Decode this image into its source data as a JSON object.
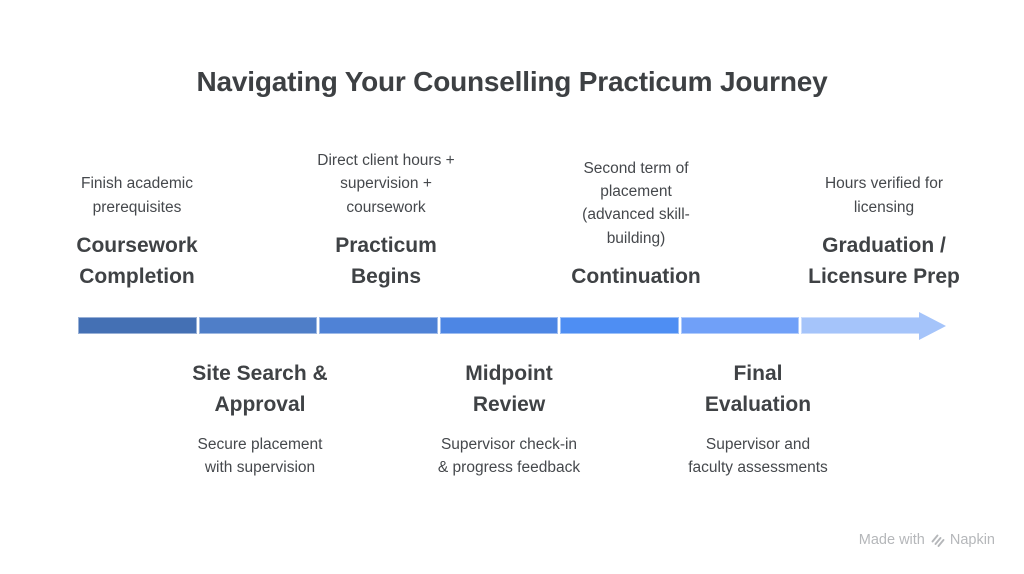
{
  "title": "Navigating Your Counselling Practicum Journey",
  "timeline": {
    "direction": "left-to-right",
    "segments": [
      {
        "color": "#4470b4"
      },
      {
        "color": "#4f7ec8"
      },
      {
        "color": "#4f82d6"
      },
      {
        "color": "#4d86e4"
      },
      {
        "color": "#4e8ef3"
      },
      {
        "color": "#70a0f8"
      },
      {
        "color": "#a5c4fa"
      }
    ],
    "arrowhead_color": "#a5c4fa"
  },
  "stages_above": [
    {
      "description": "Finish academic\nprerequisites",
      "name": "Coursework\nCompletion"
    },
    {
      "description": "Direct client hours +\nsupervision +\ncoursework",
      "name": "Practicum\nBegins"
    },
    {
      "description": "Second term of\nplacement\n(advanced skill-\nbuilding)",
      "name": "Continuation"
    },
    {
      "description": "Hours verified for\nlicensing",
      "name": "Graduation /\nLicensure Prep"
    }
  ],
  "stages_below": [
    {
      "name": "Site Search &\nApproval",
      "description": "Secure placement\nwith supervision"
    },
    {
      "name": "Midpoint\nReview",
      "description": "Supervisor check-in\n& progress feedback"
    },
    {
      "name": "Final\nEvaluation",
      "description": "Supervisor and\nfaculty assessments"
    }
  ],
  "watermark": {
    "prefix": "Made with",
    "brand": "Napkin"
  }
}
